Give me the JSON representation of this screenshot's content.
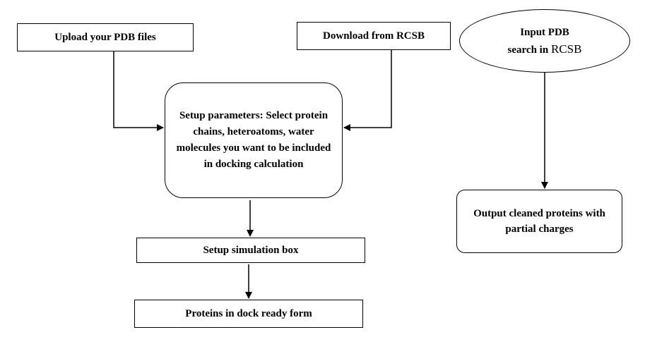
{
  "nodes": {
    "upload": "Upload your PDB files",
    "download": "Download from RCSB",
    "input_line1": "Input PDB",
    "input_line2_prefix": "search in ",
    "input_line2_rcsb": "RCSB",
    "setup": "Setup parameters: Select protein chains, heteroatoms, water molecules you want to be included in docking calculation",
    "simulation": "Setup simulation box",
    "dock_ready": "Proteins in dock ready form",
    "output": "Output cleaned proteins with partial charges"
  },
  "colors": {
    "stroke": "#000000",
    "background": "#ffffff"
  }
}
